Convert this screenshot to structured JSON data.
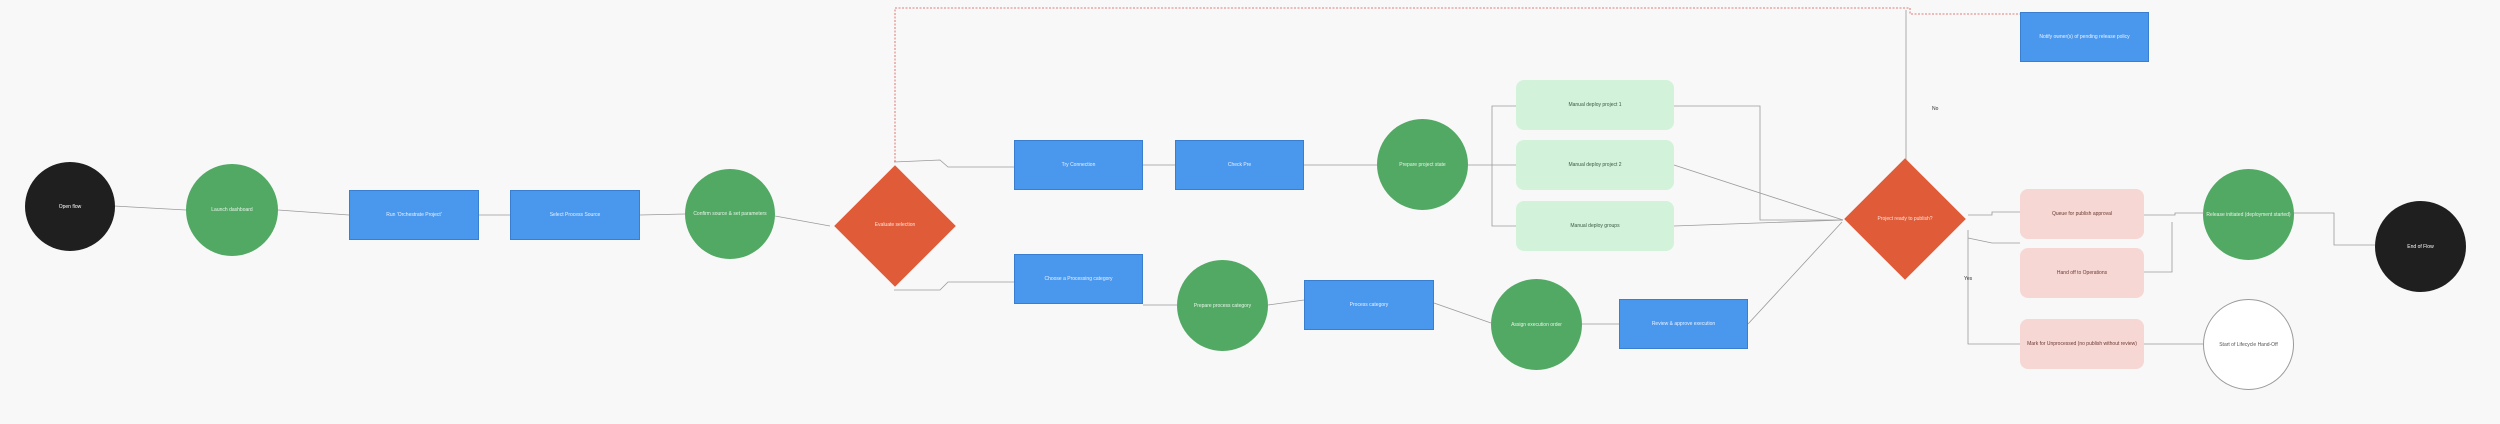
{
  "diagram": {
    "nodes": {
      "start": "Open flow",
      "n1": "Launch dashboard",
      "a1": "Run 'Orchestrate Project'",
      "a2": "Select Process Source",
      "n2": "Confirm source & set parameters",
      "d1": "Evaluate selection",
      "a3": "Try Connection",
      "a4": "Check Pre",
      "n3": "Prepare project state",
      "o1": "Manual deploy project 1",
      "o2": "Manual deploy project 2",
      "o3": "Manual deploy groups",
      "a5": "Choose a Processing category",
      "n4": "Prepare process category",
      "a6": "Process category",
      "n5": "Assign execution order",
      "a7": "Review & approve execution",
      "d2": "Project ready to publish?",
      "a8": "Notify owner(s) of pending release policy",
      "p1": "Queue for publish approval",
      "p2": "Hand off to Operations",
      "p3": "Mark for Unprocessed (no publish without review)",
      "n6": "Release initiated (deployment started)",
      "n7": "Start of Lifecycle Hand-Off",
      "end": "End of Flow"
    },
    "edge_labels": {
      "no": "No",
      "yes": "Yes"
    },
    "colors": {
      "terminal": "#1f1f1f",
      "state": "#52a964",
      "action": "#4a97ee",
      "decision": "#e05b38",
      "option_green": "#d2f3da",
      "option_pink": "#f6d7d3",
      "feedback_line": "#d9534f"
    }
  }
}
